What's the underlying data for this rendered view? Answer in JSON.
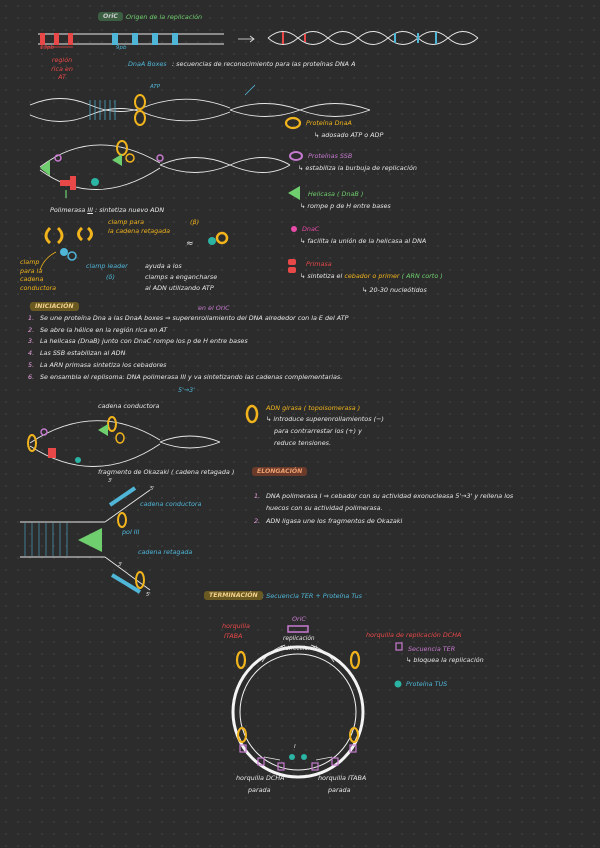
{
  "oric_header": {
    "tag": "OriC",
    "title": "Origen de la replicación"
  },
  "box_labels": {
    "left": "13pb",
    "right": "9pb"
  },
  "region_label": [
    "región",
    "rica en",
    "AT"
  ],
  "dnaa_boxes": {
    "title": "DnaA Boxes",
    "text": ": secuencias de reconocimiento para las proteínas DNA A"
  },
  "top_fork_label": "ATP",
  "legend": {
    "dnaa": {
      "title": "Proteína DnaA",
      "sub": "↳ adosado ATP o ADP"
    },
    "ssb": {
      "title": "Proteínas SSB",
      "sub": "↳ estabiliza la burbuja de replicación"
    },
    "helicasa": {
      "title": "Helicasa ( DnaB )",
      "sub": "↳ rompe p de H entre bases"
    },
    "dnac": {
      "title": "DnaC",
      "sub": "↳ facilita la unión de la helicasa al DNA"
    },
    "primasa": {
      "title": "Primasa",
      "sub_pre": "↳ sintetiza el",
      "sub_hl": "cebador o primer",
      "sub_paren": "( ARN corto )",
      "sub2": "↳ 20-30 nucleótidos"
    }
  },
  "pol3": {
    "label": "Polimerasa",
    "roman": "III",
    "desc": ": sintetiza nuevo ADN"
  },
  "clamp_lag": [
    "clamp para",
    "la cadena retagada"
  ],
  "beta_mark": "(β)",
  "approx_mark": "≈",
  "clamp_leading": [
    "clamp",
    "para la",
    "cadena",
    "conductora"
  ],
  "clamp_loader": {
    "label": "clamp leader",
    "greek": "(δ)",
    "desc": [
      "ayuda a los",
      "clamps a engancharse",
      "al ADN utilizando ATP"
    ]
  },
  "iniciacion": {
    "title": "INICIACIÓN",
    "note": "en el OriC",
    "steps": [
      {
        "n": "1.",
        "text": "Se une proteína Dna a las DnaA boxes ⇒ superenrollamiento del DNA alrededor con la E del ATP"
      },
      {
        "n": "2.",
        "text": "Se abre la hélice en la región rica en AT"
      },
      {
        "n": "3.",
        "text": "La helicasa (DnaB) junto con DnaC rompe los p de H entre bases"
      },
      {
        "n": "4.",
        "text": "Las SSB estabilizan al ADN"
      },
      {
        "n": "5.",
        "text": "La ARN primasa sintetiza los cebadores"
      },
      {
        "n": "6.",
        "text": "Se ensambla el replisoma: DNA polimerasa III y va sintetizando las cadenas complementarias."
      }
    ],
    "direction": "5'→3'"
  },
  "fork2": {
    "conductora": "cadena conductora",
    "okazaki": "fragmento de Okazaki ( cadena retagada )",
    "strand_top": "cadena conductora",
    "pol": "pol III",
    "strand_bottom": "cadena retagada",
    "ends": [
      "3'",
      "5'",
      "3'",
      "5'"
    ]
  },
  "girasa": {
    "title": "ADN girasa ( topoisomerasa )",
    "lines": [
      "↳ introduce superenrollamientos (−)",
      "para contrarrestar los (+) y",
      "reduce tensiones."
    ]
  },
  "elongacion": {
    "title": "ELONGACIÓN",
    "steps": [
      {
        "n": "1.",
        "lines": [
          "DNA polimerasa I ⇒ cebador con su actividad exonucleasa 5'→3' y rellena los",
          "huecos con su actividad polimerasa."
        ]
      },
      {
        "n": "2.",
        "lines": [
          "ADN ligasa une los fragmentos de Okazaki"
        ]
      }
    ]
  },
  "terminacion": {
    "title": "TERMINACIÓN",
    "rest": ": Secuencia TER + Proteína Tus"
  },
  "circle": {
    "oric": "OriC",
    "bidir": [
      "replicación",
      "bidireccional"
    ],
    "left_fork": [
      "horquilla",
      "ITABA"
    ],
    "right_fork": "horquilla de replicación DCHA",
    "ter_title": "Secuencia TER",
    "ter_sub": "↳ bloquea la replicación",
    "tus": "Proteína TUS",
    "stop_left": [
      "horquilla DCHA",
      "parada"
    ],
    "stop_right": [
      "horquilla ITABA",
      "parada"
    ],
    "mid_label": "I"
  }
}
